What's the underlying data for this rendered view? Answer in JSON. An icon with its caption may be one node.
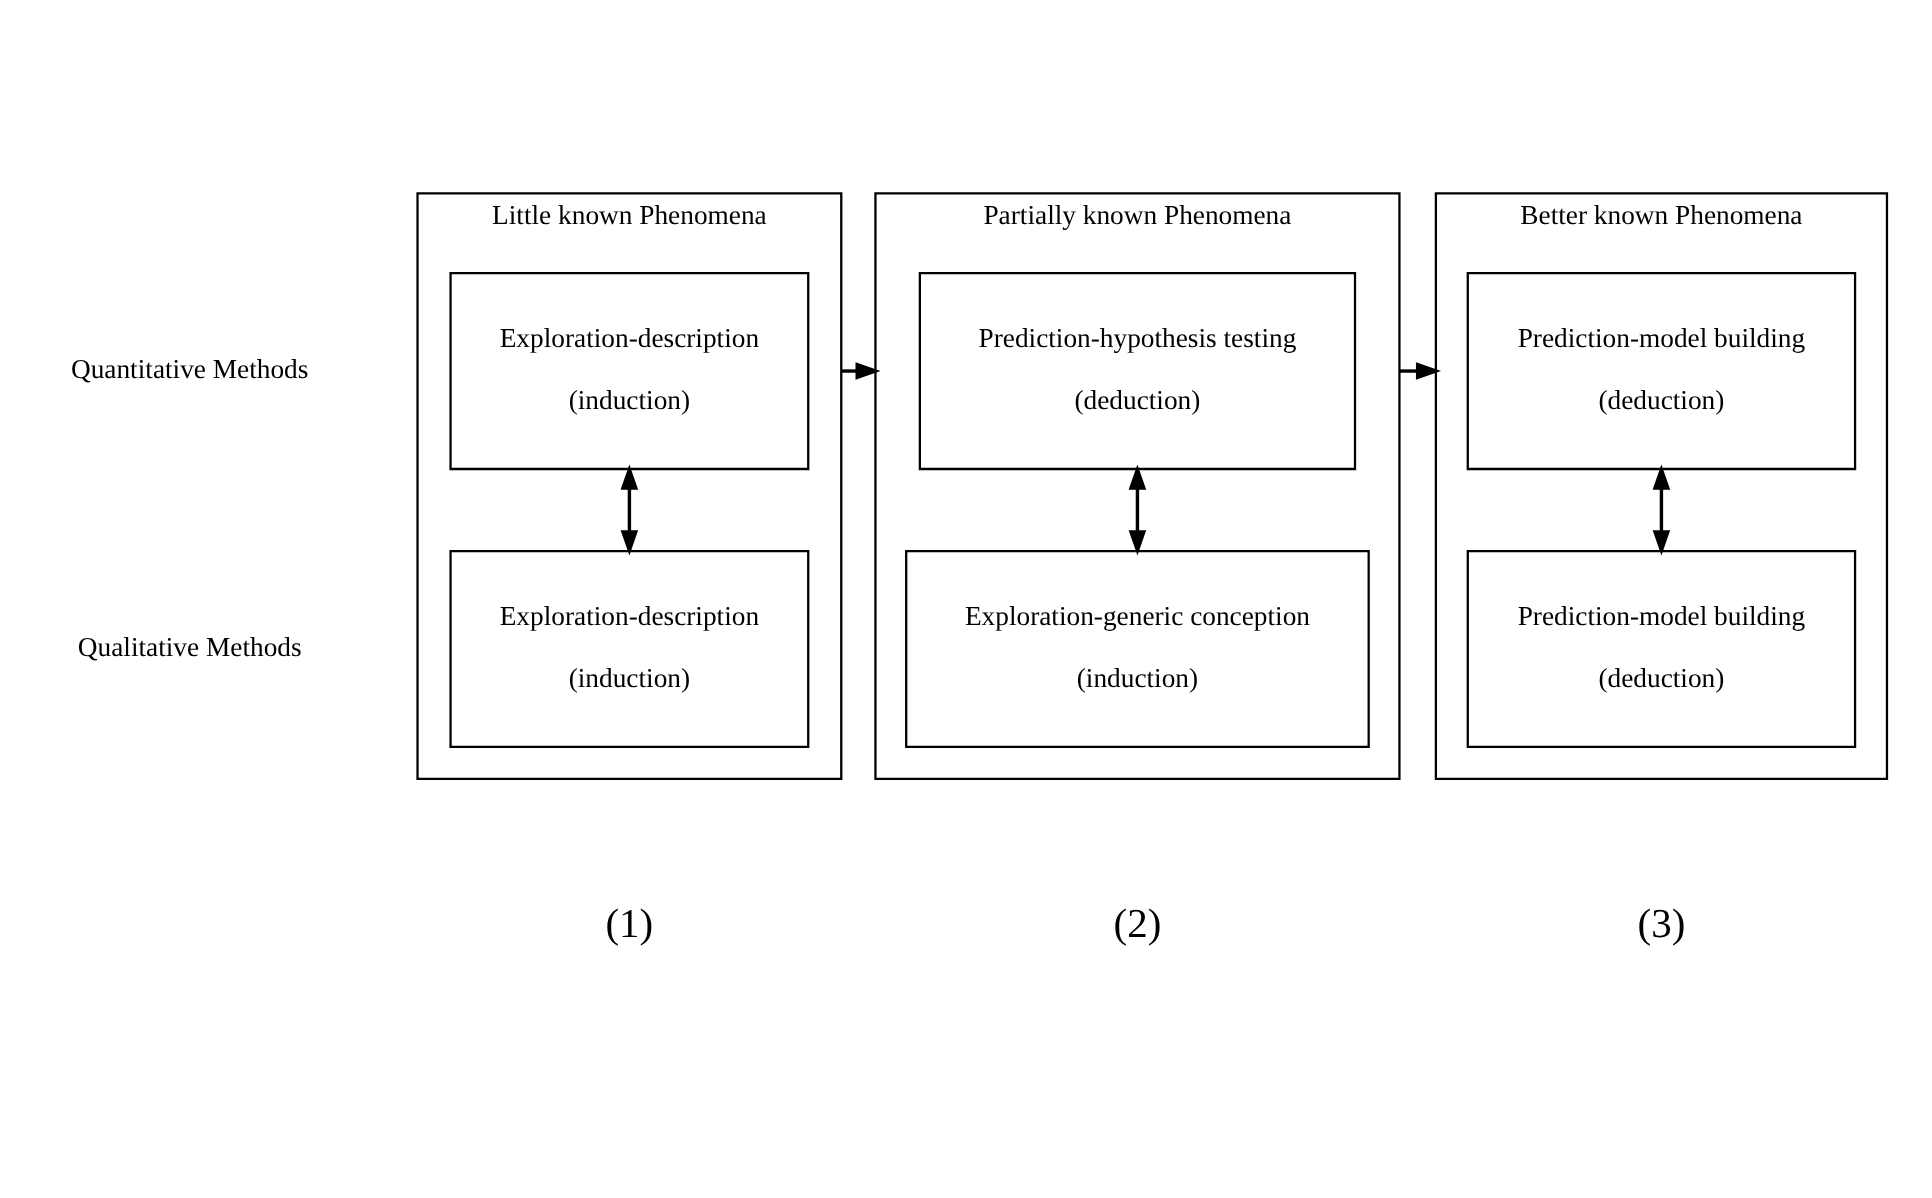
{
  "diagram": {
    "nodes": [
      {
        "text": [
          "Little known Phenomena"
        ],
        "beside": [
          "(1)"
        ]
      },
      {
        "text": [
          "Exploration-description",
          "(induction)"
        ],
        "in": 0
      },
      {
        "text": [
          "Exploration-description",
          "(induction)"
        ],
        "in": 0
      },
      {
        "text": [
          "Partially known Phenomena"
        ],
        "beside": [
          "(2)"
        ]
      },
      {
        "text": [
          "Prediction-hypothesis testing",
          "(deduction)"
        ],
        "in": 3
      },
      {
        "text": [
          "Exploration-generic conception",
          "(induction)"
        ],
        "in": 3
      },
      {
        "text": [
          "Better known Phenomena"
        ],
        "beside": [
          "(3)"
        ]
      },
      {
        "text": [
          "Prediction-model building",
          "(deduction)"
        ],
        "in": 6
      },
      {
        "text": [
          "Prediction-model building",
          "(deduction)"
        ],
        "in": 6
      }
    ],
    "edges": [
      {
        "from": 1,
        "to": 2,
        "arrow": "both"
      },
      {
        "from": 0,
        "to": 3,
        "arrow": "to"
      },
      {
        "from": 4,
        "to": 5,
        "arrow": "both"
      },
      {
        "from": 3,
        "to": 6,
        "arrow": "to"
      },
      {
        "from": 7,
        "to": 8,
        "arrow": "both"
      }
    ],
    "labels": [
      "Quantitative Methods",
      "Qualitative Methods"
    ]
  }
}
